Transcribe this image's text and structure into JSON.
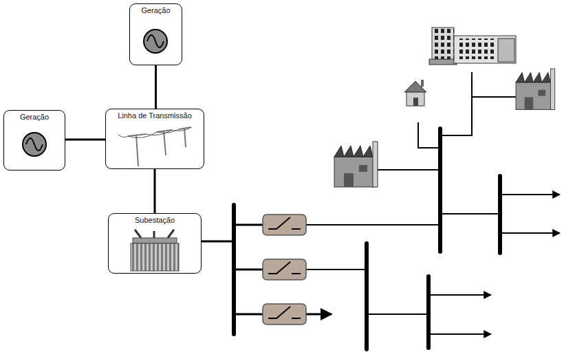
{
  "diagram": {
    "nodes": [
      {
        "text": [
          "Geração"
        ]
      },
      {
        "text": [
          "Geração"
        ]
      },
      {
        "text": [
          "Linha de Transmissão"
        ]
      },
      {
        "text": [
          "Subestação"
        ]
      }
    ],
    "edges": [
      {
        "from": 0,
        "to": 2,
        "arrow": "none"
      },
      {
        "from": 1,
        "to": 2,
        "arrow": "none"
      },
      {
        "from": 2,
        "to": 3,
        "arrow": "none"
      }
    ]
  }
}
